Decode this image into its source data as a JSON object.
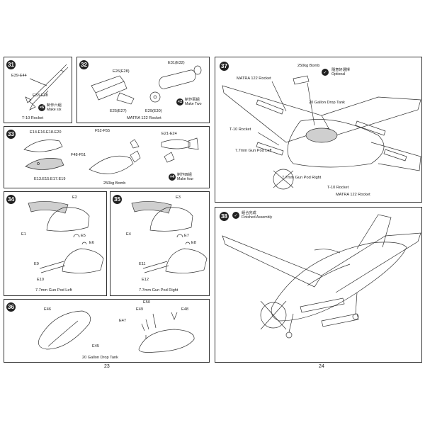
{
  "pages": {
    "left_number": "23",
    "right_number": "24"
  },
  "steps": {
    "s31": {
      "number": "31",
      "labels": [
        "E39-E44",
        "E33-E38"
      ],
      "multiplier": "×6",
      "note_cn": "制作六組",
      "note_en": "Make six",
      "caption": "T-10 Rocket"
    },
    "s32": {
      "number": "32",
      "labels": [
        "E26(E28)",
        "E31(E32)",
        "E25(E27)",
        "E29(E30)"
      ],
      "multiplier": "×2",
      "note_cn": "制作兩組",
      "note_en": "Make Two",
      "caption": "MATRA 122 Rocket"
    },
    "s33": {
      "number": "33",
      "labels": [
        "E14.E16.E18.E20",
        "F52-F55",
        "E21-E24",
        "F48-F51",
        "E13.E15.E17.E19"
      ],
      "multiplier": "×4",
      "note_cn": "制作四組",
      "note_en": "Make four",
      "caption": "250kg Bomb"
    },
    "s34": {
      "number": "34",
      "labels": [
        "E2",
        "E1",
        "E5",
        "E6",
        "E9",
        "E10"
      ],
      "caption": "7.7mm Gun Pod Left"
    },
    "s35": {
      "number": "35",
      "labels": [
        "E3",
        "E4",
        "E7",
        "E8",
        "E11",
        "E12"
      ],
      "caption": "7.7mm Gun Pod Right"
    },
    "s36": {
      "number": "36",
      "labels": [
        "E46",
        "E50",
        "E49",
        "E48",
        "E47",
        "E45"
      ],
      "caption": "20 Gallon Drop Tank"
    },
    "s37": {
      "number": "37",
      "callouts": [
        "250kg Bomb",
        "MATRA 122 Rocket",
        "20 Gallon Drop Tank",
        "T-10 Rocket",
        "7.7mm Gun Pod Left",
        "7.7mm Gun Pod Right",
        "T-10 Rocket",
        "MATRA 122 Rocket"
      ],
      "optional_cn": "隨意好選擇",
      "optional_en": "Optional"
    },
    "s38": {
      "number": "38",
      "done_cn": "組合完成",
      "done_en": "Finished Assembly"
    }
  }
}
